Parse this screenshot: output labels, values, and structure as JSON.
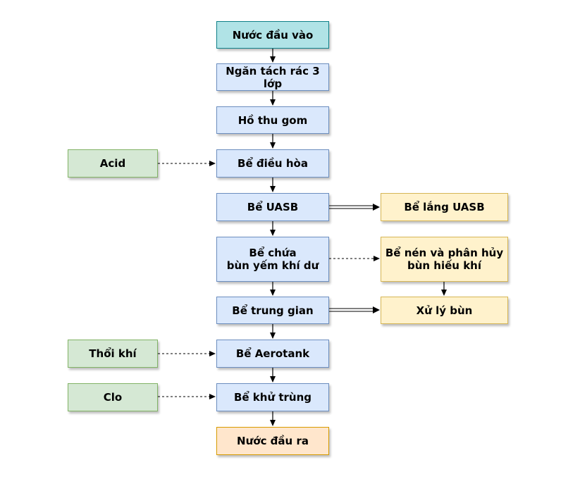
{
  "nodes": {
    "input": "Nước đầu vào",
    "screen": "Ngăn tách rác 3\nlớp",
    "collection": "Hồ thu gom",
    "equalization": "Bể điều hòa",
    "acid": "Acid",
    "uasb": "Bể UASB",
    "uasb_settling": "Bể lắng UASB",
    "anaerobic_sludge": "Bể chứa\nbùn yếm khí dư",
    "aerobic_digester": "Bể nén và phân hủy\nbùn hiếu khí",
    "intermediate": "Bể trung gian",
    "sludge_treatment": "Xử lý bùn",
    "aeration": "Thổi khí",
    "aerotank": "Bể Aerotank",
    "chlorine": "Clo",
    "disinfection": "Bể khử trùng",
    "output": "Nước đầu ra"
  },
  "colors": {
    "teal_fill": "#b0e3e6",
    "blue_fill": "#dae8fc",
    "green_fill": "#d5e8d4",
    "yellow_fill": "#fff2cc",
    "orange_fill": "#ffe6cc"
  }
}
